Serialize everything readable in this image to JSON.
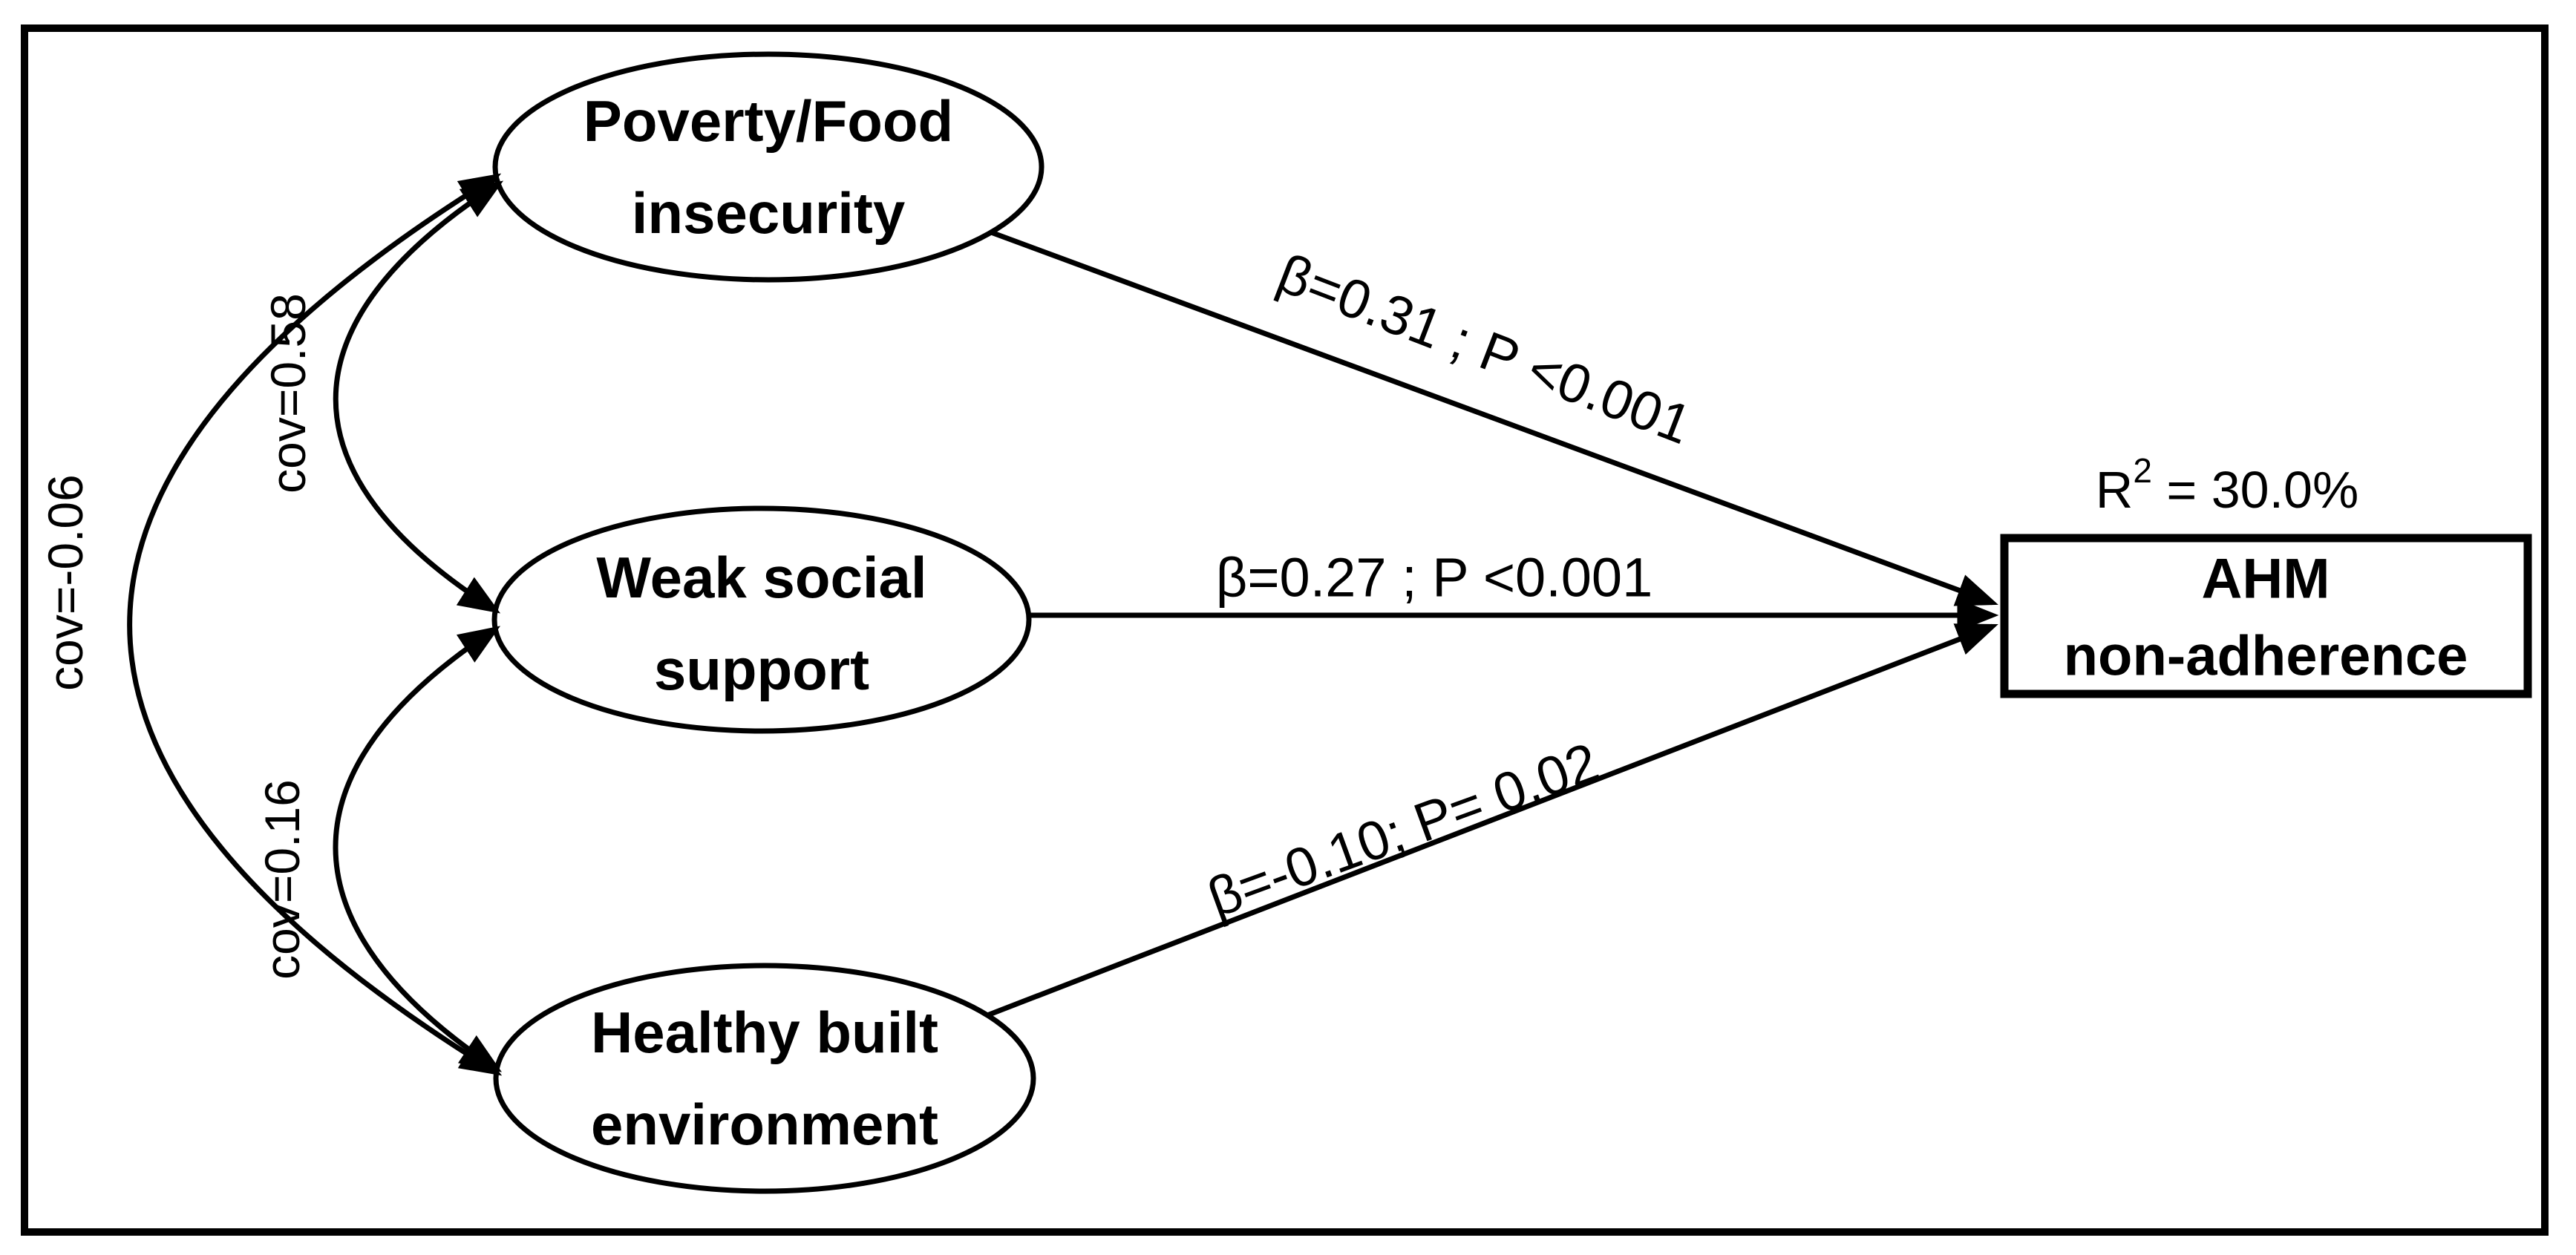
{
  "figure": {
    "type": "sem-path-diagram",
    "colors": {
      "ink": "#000000",
      "background": "#ffffff"
    }
  },
  "nodes": {
    "poverty": {
      "line1": "Poverty/Food",
      "line2": "insecurity",
      "shape": "ellipse"
    },
    "weak_social": {
      "line1": "Weak social",
      "line2": "support",
      "shape": "ellipse"
    },
    "healthy_env": {
      "line1": "Healthy built",
      "line2": "environment",
      "shape": "ellipse"
    },
    "outcome": {
      "line1": "AHM",
      "line2": "non-adherence",
      "shape": "rectangle"
    }
  },
  "outcome_stats": {
    "r2_base": "R",
    "r2_sup": "2",
    "r2_rest": " = 30.0%"
  },
  "paths": [
    {
      "from": "Poverty/Food insecurity",
      "to": "AHM non-adherence",
      "label": "β=0.31 ; P <0.001",
      "beta": 0.31,
      "p": "<0.001"
    },
    {
      "from": "Weak social support",
      "to": "AHM non-adherence",
      "label": "β=0.27 ; P <0.001",
      "beta": 0.27,
      "p": "<0.001"
    },
    {
      "from": "Healthy built environment",
      "to": "AHM non-adherence",
      "label": "β=-0.10; P= 0.02",
      "beta": -0.1,
      "p": "0.02"
    }
  ],
  "covariances": [
    {
      "between": [
        "Poverty/Food insecurity",
        "Weak social support"
      ],
      "label": "cov=0.58",
      "value": 0.58
    },
    {
      "between": [
        "Weak social support",
        "Healthy built environment"
      ],
      "label": "cov=0.16",
      "value": 0.16
    },
    {
      "between": [
        "Poverty/Food insecurity",
        "Healthy built environment"
      ],
      "label": "cov=-0.06",
      "value": -0.06
    }
  ]
}
